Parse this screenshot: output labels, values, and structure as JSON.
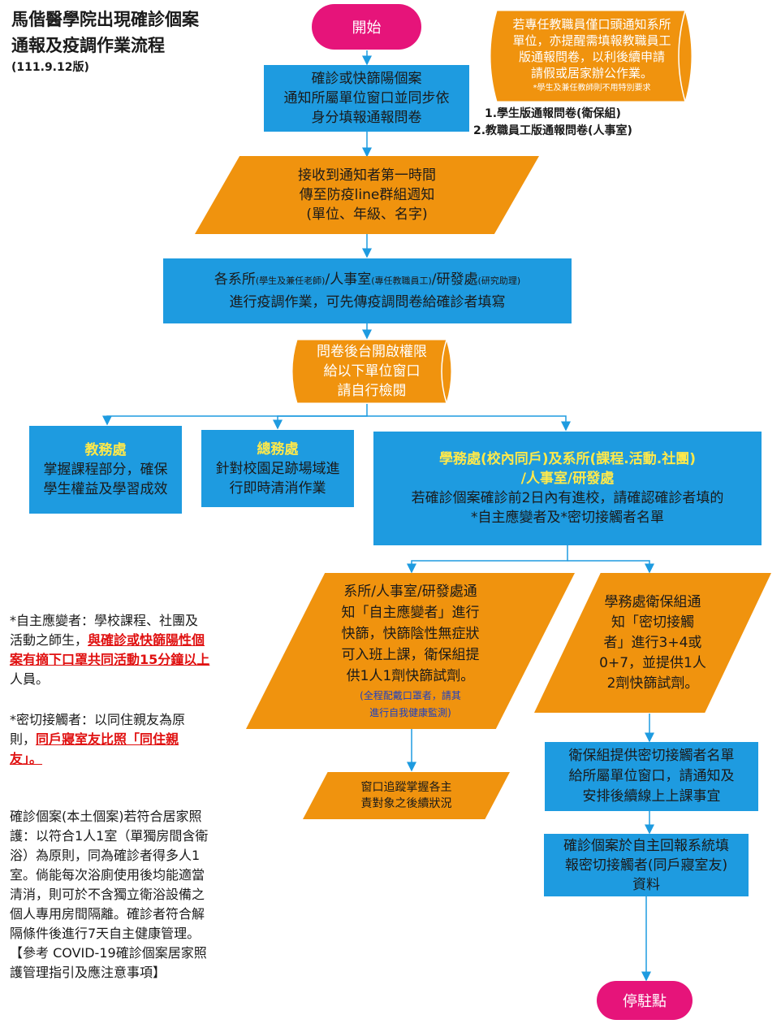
{
  "header": {
    "title_line1": "馬偕醫學院出現確診個案",
    "title_line2": "通報及疫調作業流程",
    "version": "(111.9.12版)"
  },
  "flow": {
    "start": "開始",
    "end": "停駐點",
    "report": {
      "line1": "確診或快篩陽個案",
      "line2": "通知所屬單位窗口並同步依",
      "line3": "身分填報通報問卷"
    },
    "staff_note": {
      "line1": "若專任教職員僅口頭通知系所",
      "line2": "單位，亦提醒需填報教職員工",
      "line3": "版通報問卷，以利後續申請",
      "line4": "請假或居家辦公作業。",
      "footnote": "*學生及兼任教師則不用特別要求"
    },
    "forms": {
      "item1": "1.學生版通報問卷(衛保組)",
      "item2": "2.教職員工版通報問卷(人事室)"
    },
    "line_group": {
      "line1": "接收到通知者第一時間",
      "line2": "傳至防疫line群組週知",
      "line3": "(單位、年級、名字)"
    },
    "investigation": {
      "unit1": "各系所",
      "unit1_note": "(學生及兼任老師)",
      "unit2": "/人事室",
      "unit2_note": "(專任教職員工)",
      "unit3": "/研發處",
      "unit3_note": "(研究助理)",
      "line2": "進行疫調作業，可先傳疫調問卷給確診者填寫"
    },
    "backend": {
      "line1": "問卷後台開啟權限",
      "line2": "給以下單位窗口",
      "line3": "請自行檢閱"
    },
    "academic": {
      "title": "教務處",
      "line1": "掌握課程部分，確保",
      "line2": "學生權益及學習成效"
    },
    "general": {
      "title": "總務處",
      "line1": "針對校園足跡場域進",
      "line2": "行即時清消作業"
    },
    "student_affairs": {
      "title1": "學務處(校內同戶)及系所(課程.活動.社團)",
      "title2": "/人事室/研發處",
      "line1": "若確診個案確診前2日內有進校，請確認確診者填的",
      "line2": "*自主應變者及*密切接觸者名單"
    },
    "self_response": {
      "line1": "系所/人事室/研發處通",
      "line2": "知「自主應變者」進行",
      "line3": "快篩，快篩陰性無症狀",
      "line4": "可入班上課，衛保組提",
      "line5": "供1人1劑快篩試劑。",
      "note1": "(全程配戴口罩者，請其",
      "note2": "進行自我健康監測)"
    },
    "close_contact": {
      "line1": "學務處衛保組通",
      "line2": "知「密切接觸",
      "line3": "者」進行3+4或",
      "line4": "0+7，並提供1人",
      "line5": "2劑快篩試劑。"
    },
    "tracking": {
      "line1": "窗口追蹤掌握各主",
      "line2": "責對象之後續狀況"
    },
    "contact_list": {
      "line1": "衛保組提供密切接觸者名單",
      "line2": "給所屬單位窗口，請通知及",
      "line3": "安排後續線上上課事宜"
    },
    "self_report": {
      "line1": "確診個案於自主回報系統填",
      "line2": "報密切接觸者(同戶寢室友)",
      "line3": "資料"
    }
  },
  "definitions": {
    "self_response_def": {
      "line1": "*自主應變者：學校課程、社團及",
      "line2_plain": "活動之師生，",
      "line2_red": "與確診或快篩陽性個",
      "line3_red": "案有摘下口罩共同活動15分鐘以上",
      "line4": "人員。"
    },
    "close_contact_def": {
      "line1": "*密切接觸者：以同住親友為原",
      "line2_plain": "則，",
      "line2_red": "同戶寢室友比照「同住親",
      "line3_red": "友」。"
    },
    "isolation": {
      "line1": "確診個案(本土個案)若符合居家照",
      "line2": "護：以符合1人1室（單獨房間含衛",
      "line3": "浴）為原則，同為確診者得多人1",
      "line4": "室。倘能每次浴廁使用後均能適當",
      "line5": "清消，則可於不含獨立衛浴設備之",
      "line6": "個人專用房間隔離。確診者符合解",
      "line7": "隔條件後進行7天自主健康管理。",
      "line8": "【參考 COVID-19確診個案居家照",
      "line9": "護管理指引及應注意事項】"
    }
  },
  "colors": {
    "blue": "#1e9be0",
    "orange": "#f0930e",
    "pink": "#e6147a",
    "yellow_title": "#ffe94a",
    "red": "#e01010"
  }
}
